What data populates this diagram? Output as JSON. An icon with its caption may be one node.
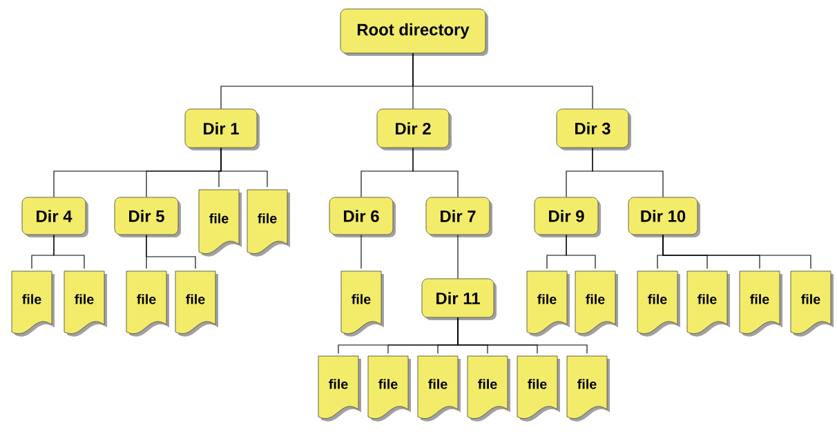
{
  "diagram": {
    "nodes": [
      {
        "text": [
          "Root directory"
        ]
      },
      {
        "text": [
          "Dir 1"
        ]
      },
      {
        "text": [
          "Dir 2"
        ]
      },
      {
        "text": [
          "Dir 3"
        ]
      },
      {
        "text": [
          "Dir 4"
        ]
      },
      {
        "text": [
          "Dir 5"
        ]
      },
      {
        "text": [
          "file"
        ]
      },
      {
        "text": [
          "file"
        ]
      },
      {
        "text": [
          "Dir 6"
        ]
      },
      {
        "text": [
          "Dir 7"
        ]
      },
      {
        "text": [
          "Dir 9"
        ]
      },
      {
        "text": [
          "Dir 10"
        ]
      },
      {
        "text": [
          "file"
        ]
      },
      {
        "text": [
          "file"
        ]
      },
      {
        "text": [
          "file"
        ]
      },
      {
        "text": [
          "file"
        ]
      },
      {
        "text": [
          "file"
        ]
      },
      {
        "text": [
          "Dir 11"
        ]
      },
      {
        "text": [
          "file"
        ]
      },
      {
        "text": [
          "file"
        ]
      },
      {
        "text": [
          "file"
        ]
      },
      {
        "text": [
          "file"
        ]
      },
      {
        "text": [
          "file"
        ]
      },
      {
        "text": [
          "file"
        ]
      },
      {
        "text": [
          "file"
        ]
      },
      {
        "text": [
          "file"
        ]
      },
      {
        "text": [
          "file"
        ]
      },
      {
        "text": [
          "file"
        ]
      },
      {
        "text": [
          "file"
        ]
      },
      {
        "text": [
          "file"
        ]
      }
    ],
    "edges": [
      {
        "from": 0,
        "to": 1,
        "arrow": "none"
      },
      {
        "from": 0,
        "to": 2,
        "arrow": "none"
      },
      {
        "from": 0,
        "to": 3,
        "arrow": "none"
      },
      {
        "from": 1,
        "to": 4,
        "arrow": "none"
      },
      {
        "from": 1,
        "to": 5,
        "arrow": "none"
      },
      {
        "from": 1,
        "to": 6,
        "arrow": "none"
      },
      {
        "from": 1,
        "to": 7,
        "arrow": "none"
      },
      {
        "from": 2,
        "to": 8,
        "arrow": "none"
      },
      {
        "from": 2,
        "to": 9,
        "arrow": "none"
      },
      {
        "from": 3,
        "to": 10,
        "arrow": "none"
      },
      {
        "from": 3,
        "to": 11,
        "arrow": "none"
      },
      {
        "from": 4,
        "to": 12,
        "arrow": "none"
      },
      {
        "from": 4,
        "to": 13,
        "arrow": "none"
      },
      {
        "from": 5,
        "to": 14,
        "arrow": "none"
      },
      {
        "from": 5,
        "to": 15,
        "arrow": "none"
      },
      {
        "from": 8,
        "to": 16,
        "arrow": "none"
      },
      {
        "from": 9,
        "to": 17,
        "arrow": "none"
      },
      {
        "from": 10,
        "to": 18,
        "arrow": "none"
      },
      {
        "from": 10,
        "to": 19,
        "arrow": "none"
      },
      {
        "from": 11,
        "to": 20,
        "arrow": "none"
      },
      {
        "from": 11,
        "to": 21,
        "arrow": "none"
      },
      {
        "from": 11,
        "to": 22,
        "arrow": "none"
      },
      {
        "from": 11,
        "to": 23,
        "arrow": "none"
      },
      {
        "from": 17,
        "to": 24,
        "arrow": "none"
      },
      {
        "from": 17,
        "to": 25,
        "arrow": "none"
      },
      {
        "from": 17,
        "to": 26,
        "arrow": "none"
      },
      {
        "from": 17,
        "to": 27,
        "arrow": "none"
      },
      {
        "from": 17,
        "to": 28,
        "arrow": "none"
      },
      {
        "from": 17,
        "to": 29,
        "arrow": "none"
      }
    ]
  }
}
